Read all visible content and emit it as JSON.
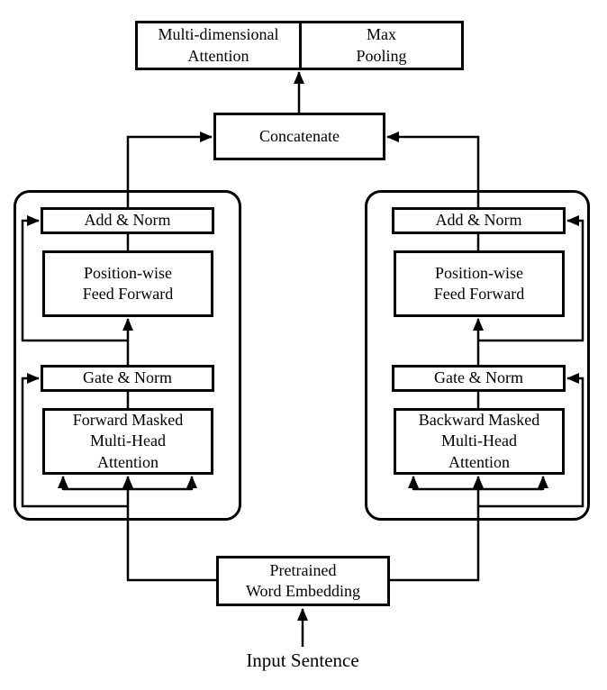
{
  "colors": {
    "ink": "#000000",
    "background": "#ffffff",
    "box_fill": "#ffffff"
  },
  "top_output": {
    "multi_dimensional_attention": [
      "Multi-dimensional",
      "Attention"
    ],
    "max_pooling": [
      "Max",
      "Pooling"
    ]
  },
  "concatenate_label": "Concatenate",
  "left_branch": {
    "add_norm": "Add & Norm",
    "feed_forward": [
      "Position-wise",
      "Feed Forward"
    ],
    "gate_norm": "Gate & Norm",
    "attention": [
      "Forward Masked",
      "Multi-Head",
      "Attention"
    ]
  },
  "right_branch": {
    "add_norm": "Add & Norm",
    "feed_forward": [
      "Position-wise",
      "Feed Forward"
    ],
    "gate_norm": "Gate & Norm",
    "attention": [
      "Backward Masked",
      "Multi-Head",
      "Attention"
    ]
  },
  "embedding": [
    "Pretrained",
    "Word Embedding"
  ],
  "input_label": "Input Sentence"
}
